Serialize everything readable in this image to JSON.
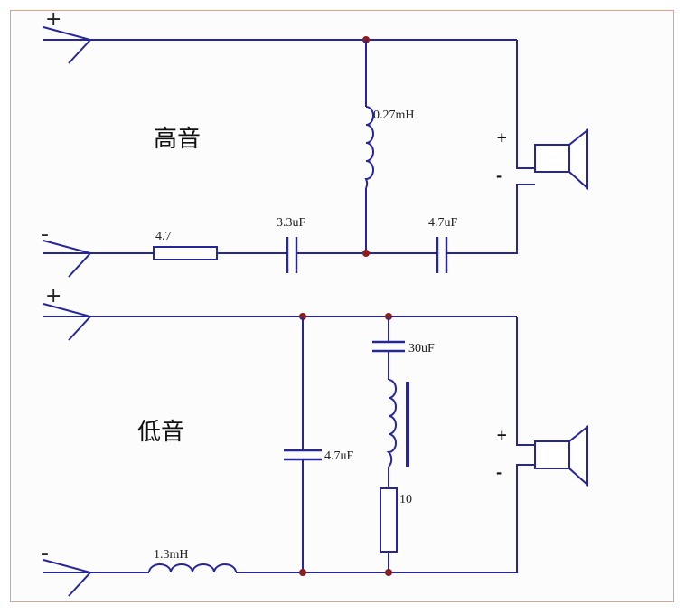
{
  "sections": {
    "tweeter": {
      "title": "高音"
    },
    "woofer": {
      "title": "低音"
    }
  },
  "terminals": {
    "plus": "+",
    "minus": "-"
  },
  "tweeter_components": {
    "inductor": "0.27mH",
    "resistor": "4.7",
    "capacitor_series": "3.3uF",
    "capacitor_out": "4.7uF"
  },
  "woofer_components": {
    "inductor": "1.3mH",
    "capacitor_shunt": "4.7uF",
    "capacitor_notch": "30uF",
    "resistor": "10"
  },
  "colors": {
    "wire": "#26269a",
    "junction": "#8a1e1e",
    "frame": "#e2a08c"
  }
}
